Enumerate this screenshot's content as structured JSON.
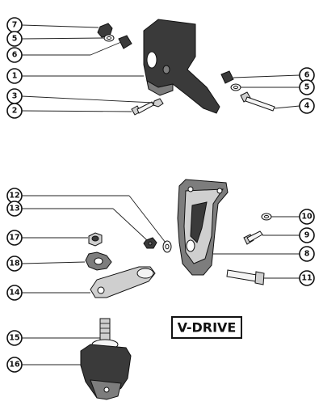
{
  "callouts": {
    "c1": "1",
    "c2": "2",
    "c3": "3",
    "c4": "4",
    "c5a": "5",
    "c5b": "5",
    "c6a": "6",
    "c6b": "6",
    "c7": "7",
    "c8": "8",
    "c9": "9",
    "c10": "10",
    "c11": "11",
    "c12": "12",
    "c13": "13",
    "c14": "14",
    "c15": "15",
    "c16": "16",
    "c17": "17",
    "c18": "18"
  },
  "label": {
    "text": "V-DRIVE"
  }
}
